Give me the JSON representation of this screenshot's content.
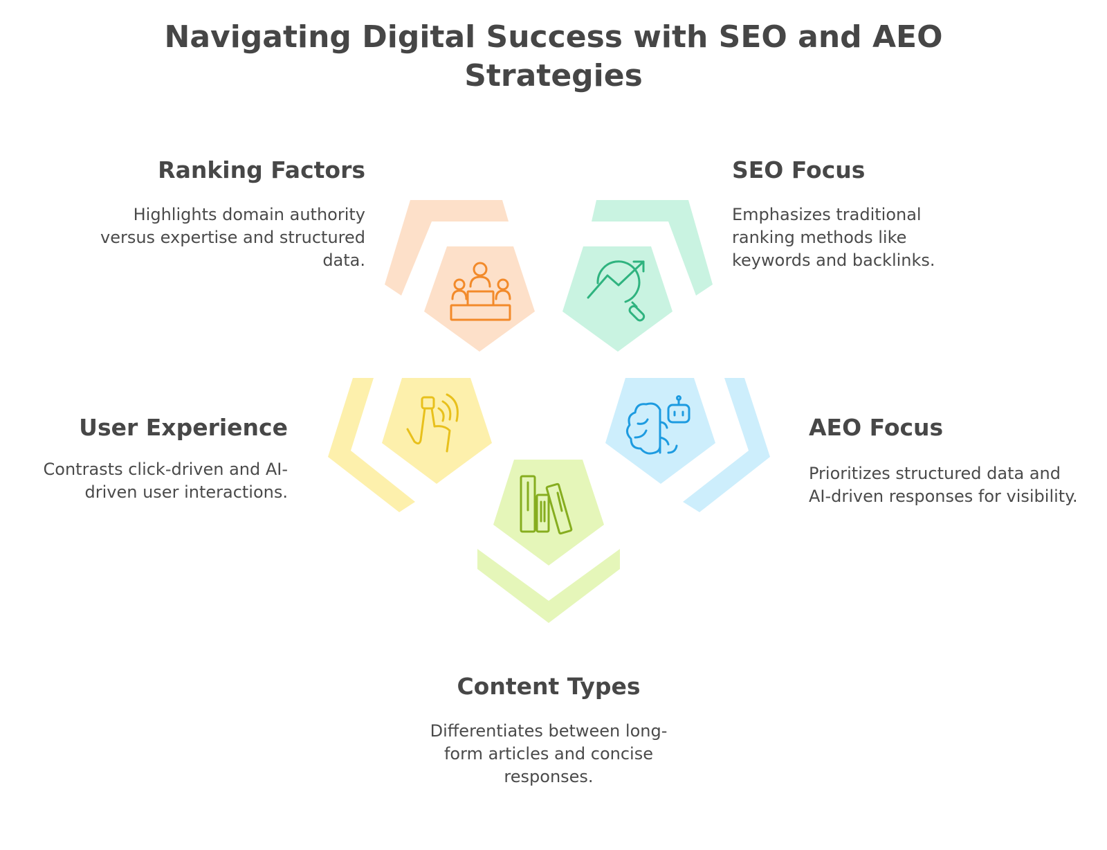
{
  "title": "Navigating Digital Success with SEO and AEO Strategies",
  "segments": [
    {
      "id": "ranking-factors",
      "heading": "Ranking Factors",
      "description": "Highlights domain authority versus expertise and structured data.",
      "color": "#f28a2a",
      "fill": "#fde0c9",
      "icon": "podium-icon"
    },
    {
      "id": "seo-focus",
      "heading": "SEO Focus",
      "description": "Emphasizes traditional ranking methods like keywords and backlinks.",
      "color": "#2fb37f",
      "fill": "#c9f3e1",
      "icon": "chart-search-icon"
    },
    {
      "id": "aeo-focus",
      "heading": "AEO Focus",
      "description": "Prioritizes structured data and AI-driven responses for visibility.",
      "color": "#1d9be0",
      "fill": "#cdeefc",
      "icon": "brain-robot-icon"
    },
    {
      "id": "content-types",
      "heading": "Content Types",
      "description": "Differentiates between long-form articles and concise responses.",
      "color": "#86ad1f",
      "fill": "#e5f6b9",
      "icon": "books-icon"
    },
    {
      "id": "user-experience",
      "heading": "User Experience",
      "description": "Contrasts click-driven and AI-driven user interactions.",
      "color": "#e8c01c",
      "fill": "#fdf0ac",
      "icon": "touch-gesture-icon"
    }
  ]
}
